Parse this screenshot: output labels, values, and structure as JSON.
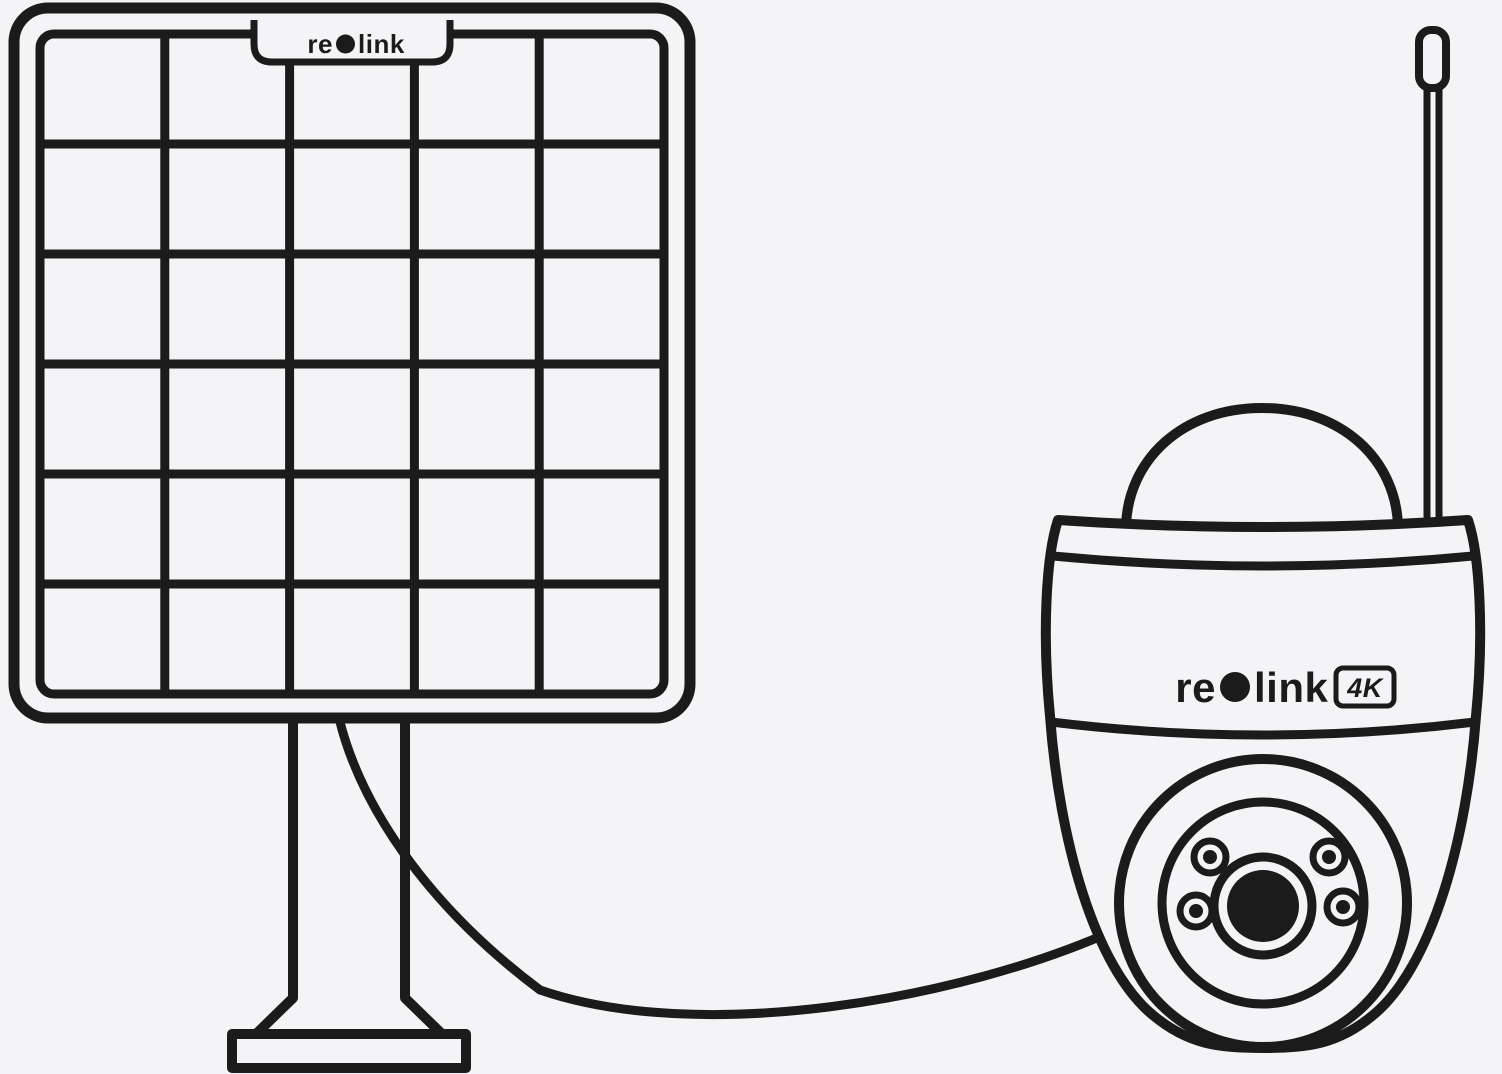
{
  "illustration": {
    "colors": {
      "background": "#f4f4f6",
      "line": "#1b1b1b"
    },
    "solar_panel": {
      "brand": {
        "full": "reolink",
        "re": "re",
        "link": "link"
      },
      "grid": {
        "columns": 5,
        "rows": 6
      }
    },
    "camera": {
      "brand": {
        "full": "reolink",
        "re": "re",
        "link": "link"
      },
      "badge": "4K"
    }
  }
}
